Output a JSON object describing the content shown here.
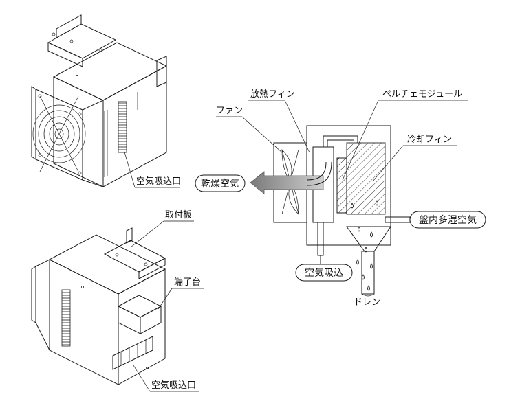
{
  "labels": {
    "intake_top": "空気吸込口",
    "bracket": "取付板",
    "terminal": "端子台",
    "intake_bottom": "空気吸込口",
    "fan": "ファン",
    "heat_fin": "放熱フィン",
    "peltier": "ペルチェモジュール",
    "cool_fin": "冷却フィン",
    "dry_air": "乾燥空気",
    "humid_air": "盤内多湿空気",
    "air_intake": "空気吸込",
    "drain": "ドレン"
  },
  "colors": {
    "line": "#1a1a1a",
    "fill": "#ffffff",
    "arrow": "#8a8a8a",
    "gray": "#bdbdbd"
  }
}
